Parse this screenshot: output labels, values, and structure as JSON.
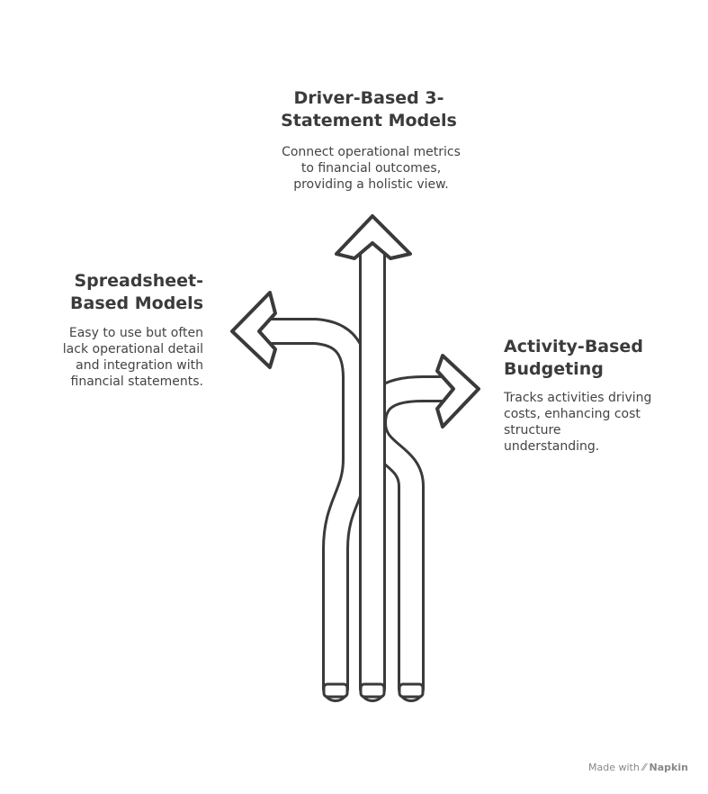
{
  "top": {
    "title_lines": [
      "Driver-Based 3-",
      "Statement Models"
    ],
    "desc_lines": [
      "Connect operational metrics",
      "to financial outcomes,",
      "providing a holistic view."
    ]
  },
  "left": {
    "title_lines": [
      "Spreadsheet-",
      "Based Models"
    ],
    "desc_lines": [
      "Easy to use but often",
      "lack operational detail",
      "and integration with",
      "financial statements."
    ]
  },
  "right": {
    "title_lines": [
      "Activity-Based",
      "Budgeting"
    ],
    "desc_lines": [
      "Tracks activities driving",
      "costs, enhancing cost",
      "structure",
      "understanding."
    ]
  },
  "footer": {
    "made_with": "Made with",
    "brand": "Napkin"
  },
  "colors": {
    "stroke": "#3a3a3a",
    "fill": "#ffffff",
    "text": "#3b3b3b"
  }
}
